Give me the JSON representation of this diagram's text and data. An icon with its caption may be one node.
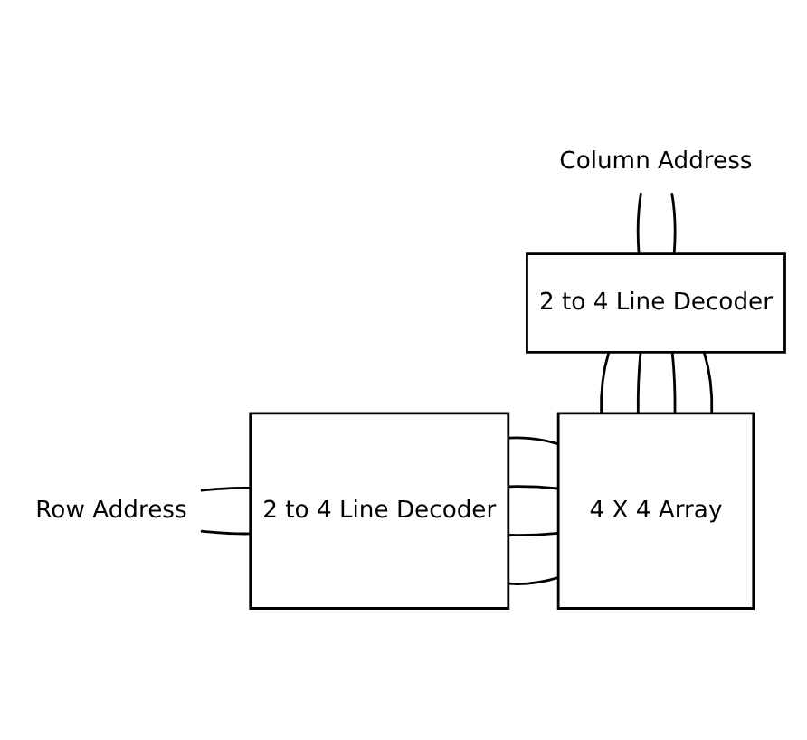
{
  "diagram": {
    "nodes": [
      {
        "text": [
          "Column Address"
        ]
      },
      {
        "text": [
          "2 to 4 Line Decoder"
        ]
      },
      {
        "text": [
          "Row Address"
        ]
      },
      {
        "text": [
          "2 to 4 Line Decoder"
        ]
      },
      {
        "text": [
          "4 X 4 Array"
        ]
      }
    ],
    "edges": [
      {
        "from": 0,
        "to": 1,
        "arrow": "none"
      },
      {
        "from": 0,
        "to": 1,
        "arrow": "none"
      },
      {
        "from": 1,
        "to": 4,
        "arrow": "none"
      },
      {
        "from": 1,
        "to": 4,
        "arrow": "none"
      },
      {
        "from": 1,
        "to": 4,
        "arrow": "none"
      },
      {
        "from": 1,
        "to": 4,
        "arrow": "none"
      },
      {
        "from": 2,
        "to": 3,
        "arrow": "none"
      },
      {
        "from": 2,
        "to": 3,
        "arrow": "none"
      },
      {
        "from": 3,
        "to": 4,
        "arrow": "none"
      },
      {
        "from": 3,
        "to": 4,
        "arrow": "none"
      },
      {
        "from": 3,
        "to": 4,
        "arrow": "none"
      },
      {
        "from": 3,
        "to": 4,
        "arrow": "none"
      }
    ]
  }
}
